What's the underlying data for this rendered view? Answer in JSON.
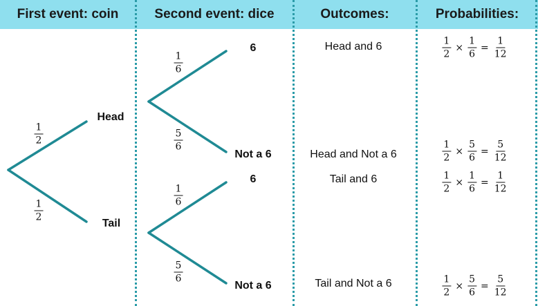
{
  "headers": {
    "col1": "First event: coin",
    "col2": "Second event: dice",
    "col3": "Outcomes:",
    "col4": "Probabilities:"
  },
  "colors": {
    "header_bg": "#8fdfee",
    "branch": "#1f8a94",
    "divider": "#2a9ba8"
  },
  "coin": {
    "head_label": "Head",
    "tail_label": "Tail",
    "head_prob": {
      "num": "1",
      "den": "2"
    },
    "tail_prob": {
      "num": "1",
      "den": "2"
    }
  },
  "dice_head": {
    "six_label": "6",
    "not_six_label": "Not a 6",
    "six_prob": {
      "num": "1",
      "den": "6"
    },
    "not_six_prob": {
      "num": "5",
      "den": "6"
    }
  },
  "dice_tail": {
    "six_label": "6",
    "not_six_label": "Not a 6",
    "six_prob": {
      "num": "1",
      "den": "6"
    },
    "not_six_prob": {
      "num": "5",
      "den": "6"
    }
  },
  "outcomes": [
    "Head and 6",
    "Head and Not a 6",
    "Tail and 6",
    "Tail and Not a 6"
  ],
  "probabilities": [
    {
      "a": {
        "num": "1",
        "den": "2"
      },
      "times": "×",
      "b": {
        "num": "1",
        "den": "6"
      },
      "equals": "=",
      "r": {
        "num": "1",
        "den": "12"
      }
    },
    {
      "a": {
        "num": "1",
        "den": "2"
      },
      "times": "×",
      "b": {
        "num": "5",
        "den": "6"
      },
      "equals": "=",
      "r": {
        "num": "5",
        "den": "12"
      }
    },
    {
      "a": {
        "num": "1",
        "den": "2"
      },
      "times": "×",
      "b": {
        "num": "1",
        "den": "6"
      },
      "equals": "=",
      "r": {
        "num": "1",
        "den": "12"
      }
    },
    {
      "a": {
        "num": "1",
        "den": "2"
      },
      "times": "×",
      "b": {
        "num": "5",
        "den": "6"
      },
      "equals": "=",
      "r": {
        "num": "5",
        "den": "12"
      }
    }
  ]
}
